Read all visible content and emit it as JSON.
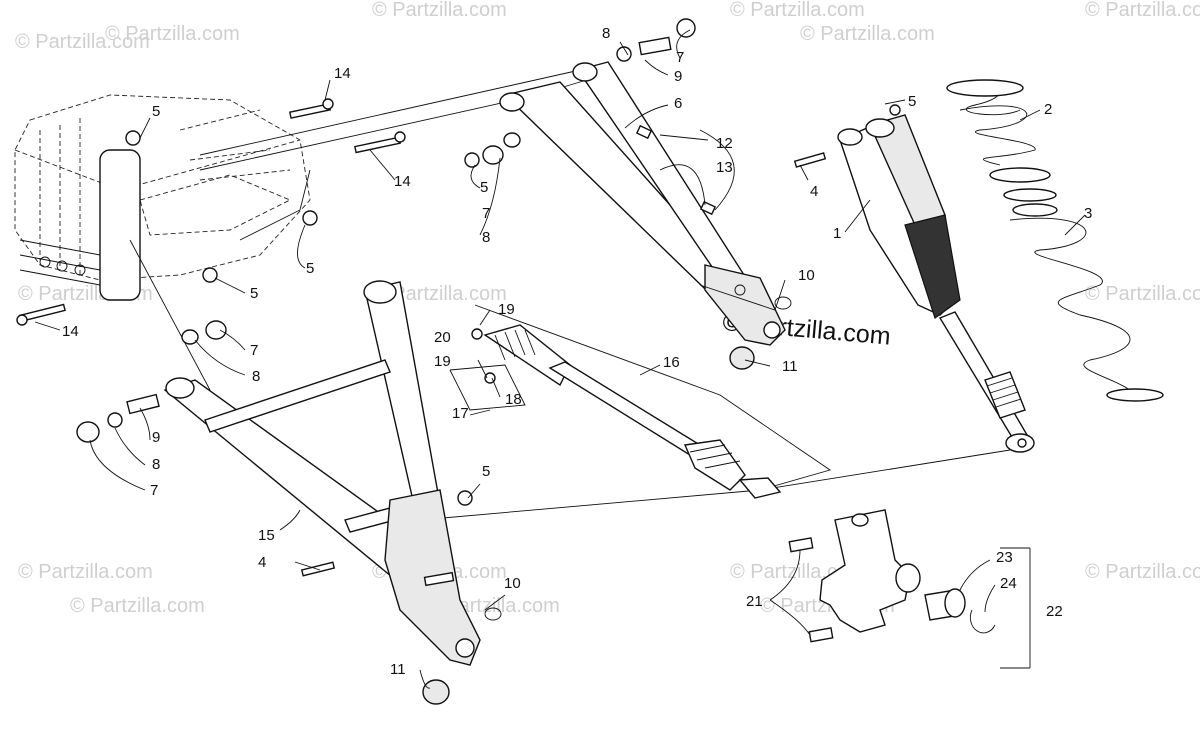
{
  "watermarks": [
    "© Partzilla.com",
    "© Partzilla.com",
    "© Partzilla.com",
    "© Partzilla.com",
    "© Partzilla.com",
    "© Partzilla.com",
    "© Partzilla.com",
    "© Partzilla.com",
    "© Partzilla.com",
    "© Partzilla.com",
    "© Partzilla.com",
    "© Partzilla.com",
    "© Partzilla.com",
    "© Partzilla.com",
    "© Partzilla.com",
    "© Partzilla.com"
  ],
  "center_watermark": "© Partzilla.com",
  "callouts": [
    "1",
    "2",
    "3",
    "4",
    "4",
    "5",
    "5",
    "5",
    "5",
    "5",
    "5",
    "6",
    "7",
    "7",
    "7",
    "7",
    "8",
    "8",
    "8",
    "8",
    "9",
    "9",
    "10",
    "10",
    "11",
    "11",
    "12",
    "13",
    "14",
    "14",
    "14",
    "15",
    "16",
    "17",
    "18",
    "19",
    "19",
    "20",
    "21",
    "22",
    "23",
    "24"
  ]
}
